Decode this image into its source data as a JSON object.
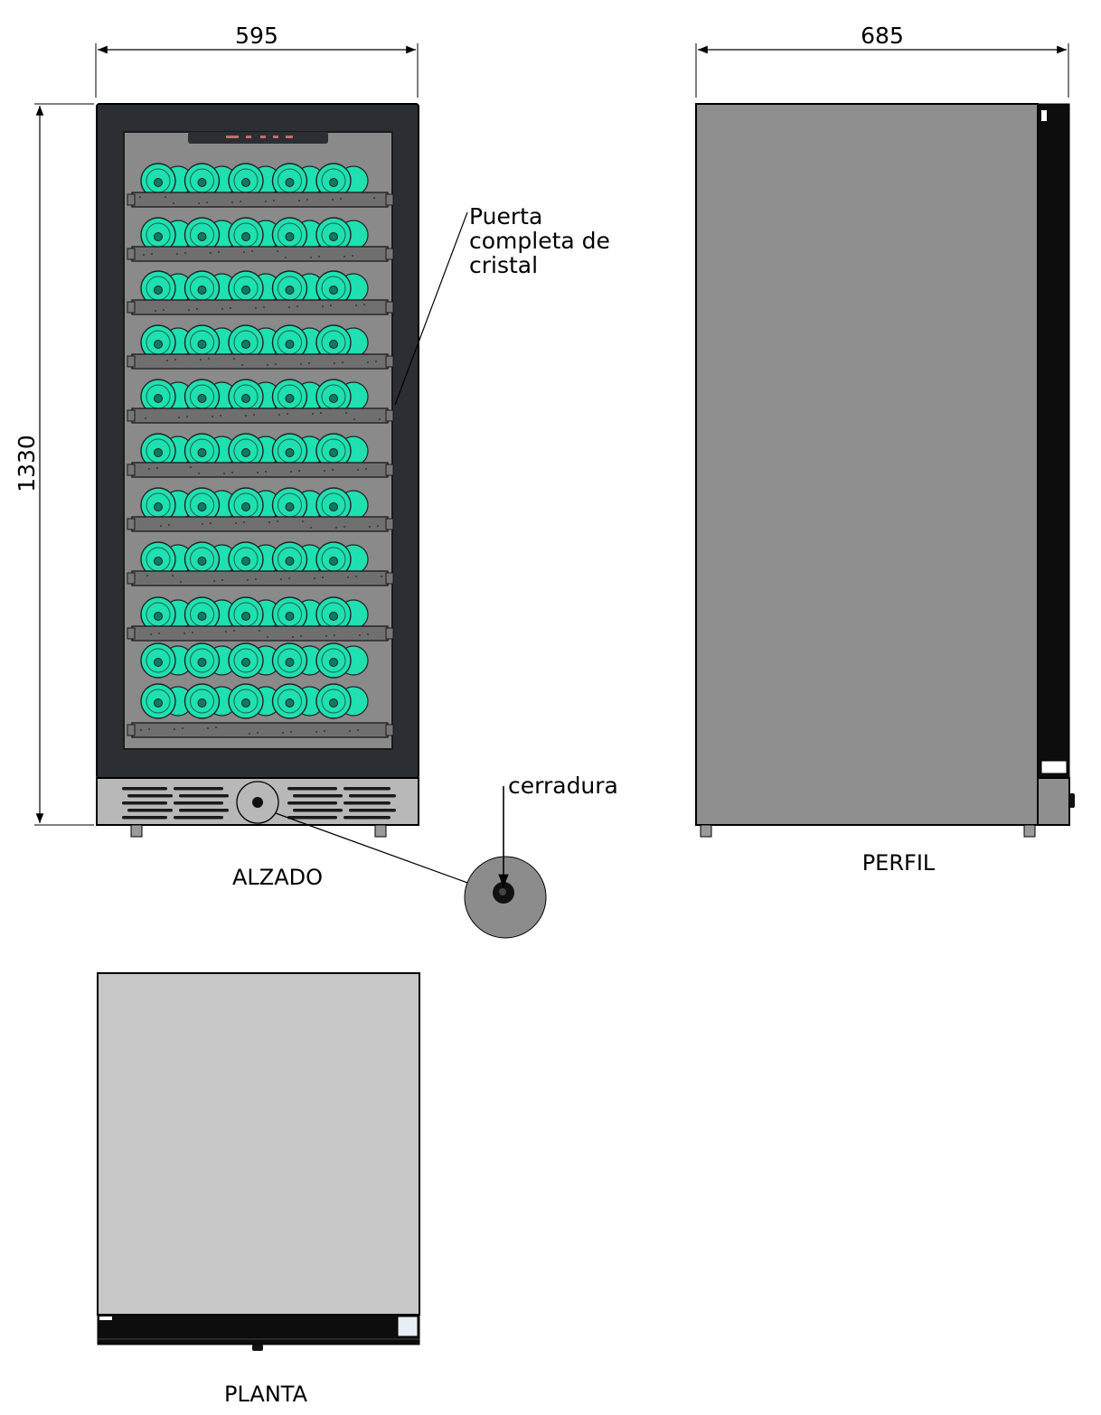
{
  "dimensions": {
    "width_front": "595",
    "depth_side": "685",
    "height": "1330"
  },
  "views": {
    "front": "ALZADO",
    "side": "PERFIL",
    "top": "PLANTA"
  },
  "callouts": {
    "glass_door": [
      "Puerta",
      "completa de",
      "cristal"
    ],
    "lock": "cerradura"
  },
  "appliance": {
    "shelf_count": 11,
    "bottles_per_shelf": 5
  },
  "colors": {
    "frame": "#2b2e33",
    "glass_interior": "#8a8a8a",
    "bottle": "#1ee0b0",
    "side_panel": "#8f8f8f",
    "top_panel": "#c7c7c7",
    "lock_magnifier": "#8c8c8c"
  }
}
